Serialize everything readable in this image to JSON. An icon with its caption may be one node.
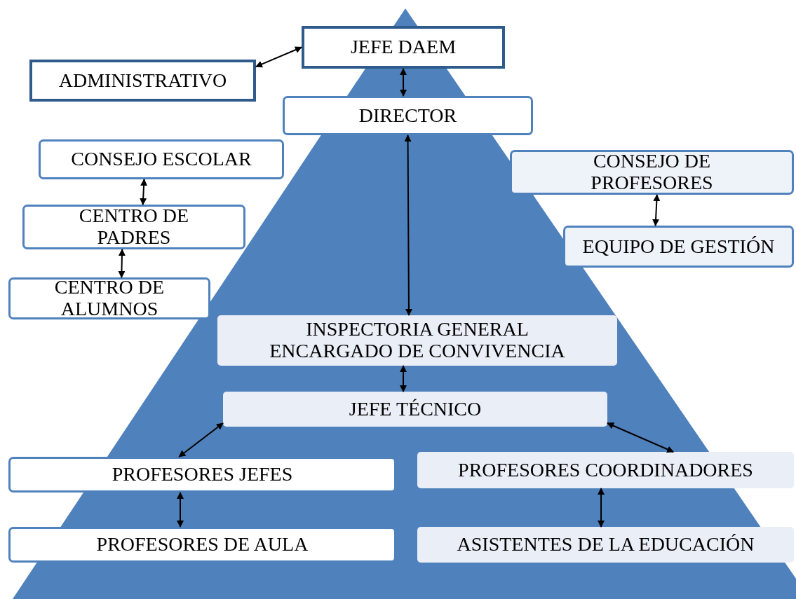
{
  "diagram": {
    "nodes": [
      {
        "text": [
          "JEFE DAEM"
        ]
      },
      {
        "text": [
          "ADMINISTRATIVO"
        ]
      },
      {
        "text": [
          "DIRECTOR"
        ]
      },
      {
        "text": [
          "CONSEJO ESCOLAR"
        ]
      },
      {
        "text": [
          "CENTRO DE PADRES"
        ]
      },
      {
        "text": [
          "CENTRO DE ALUMNOS"
        ]
      },
      {
        "text": [
          "CONSEJO DE PROFESORES"
        ]
      },
      {
        "text": [
          "EQUIPO DE GESTIÓN"
        ]
      },
      {
        "text": [
          "INSPECTORIA GENERAL",
          "ENCARGADO DE CONVIVENCIA"
        ]
      },
      {
        "text": [
          "JEFE TÉCNICO"
        ]
      },
      {
        "text": [
          "PROFESORES JEFES"
        ]
      },
      {
        "text": [
          "PROFESORES COORDINADORES"
        ]
      },
      {
        "text": [
          "PROFESORES DE AULA"
        ]
      },
      {
        "text": [
          "ASISTENTES DE LA EDUCACIÓN"
        ]
      }
    ],
    "edges": [
      {
        "from": 0,
        "to": 1,
        "arrow": "both"
      },
      {
        "from": 0,
        "to": 2,
        "arrow": "both"
      },
      {
        "from": 2,
        "to": 8,
        "arrow": "both"
      },
      {
        "from": 3,
        "to": 4,
        "arrow": "both"
      },
      {
        "from": 4,
        "to": 5,
        "arrow": "both"
      },
      {
        "from": 6,
        "to": 7,
        "arrow": "both"
      },
      {
        "from": 8,
        "to": 9,
        "arrow": "both"
      },
      {
        "from": 9,
        "to": 10,
        "arrow": "both"
      },
      {
        "from": 9,
        "to": 11,
        "arrow": "both"
      },
      {
        "from": 10,
        "to": 12,
        "arrow": "both"
      },
      {
        "from": 11,
        "to": 13,
        "arrow": "both"
      }
    ]
  }
}
